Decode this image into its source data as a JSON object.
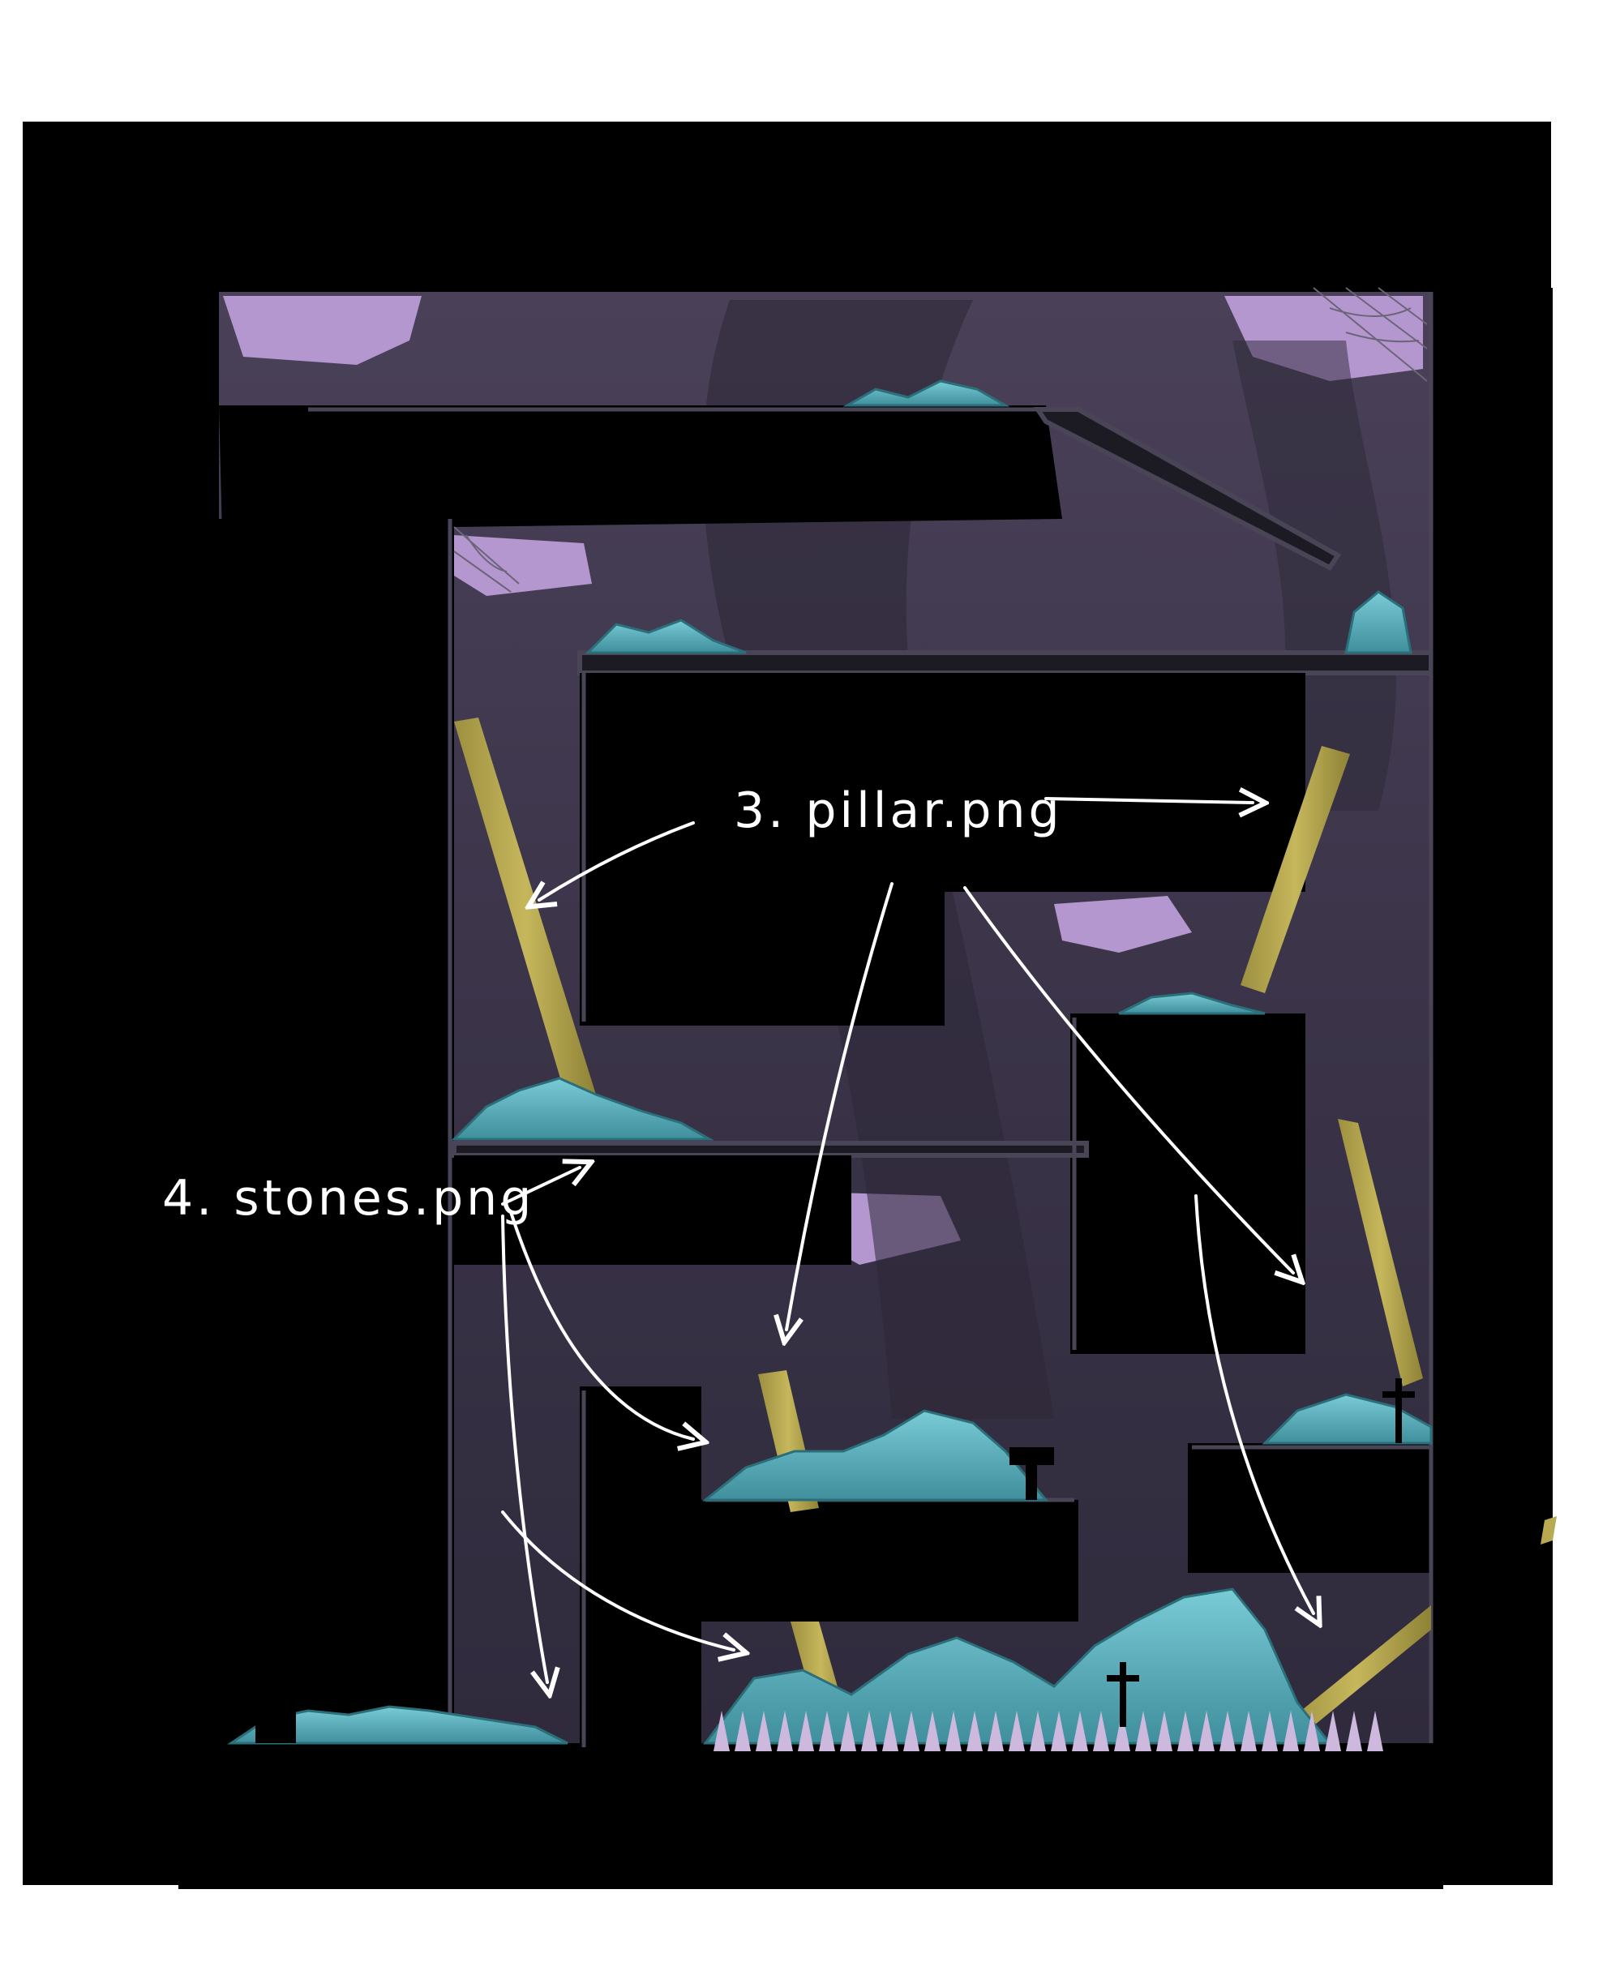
{
  "annotations": {
    "pillar_label": "3. pillar.png",
    "stones_label": "4. stones.png"
  },
  "colors": {
    "background": "#ffffff",
    "frame": "#000000",
    "cave_fill": "#3a3447",
    "sky_purple": "#b497cf",
    "crystal": "#5ab7c4",
    "pillar": "#b8aa52",
    "spikes": "#cdb8de",
    "annotation_ink": "#ffffff"
  },
  "icons": [
    "pillar-sprite",
    "stones-sprite",
    "spike-strip",
    "spider-web",
    "gravestone",
    "cross-marker",
    "arrow"
  ]
}
